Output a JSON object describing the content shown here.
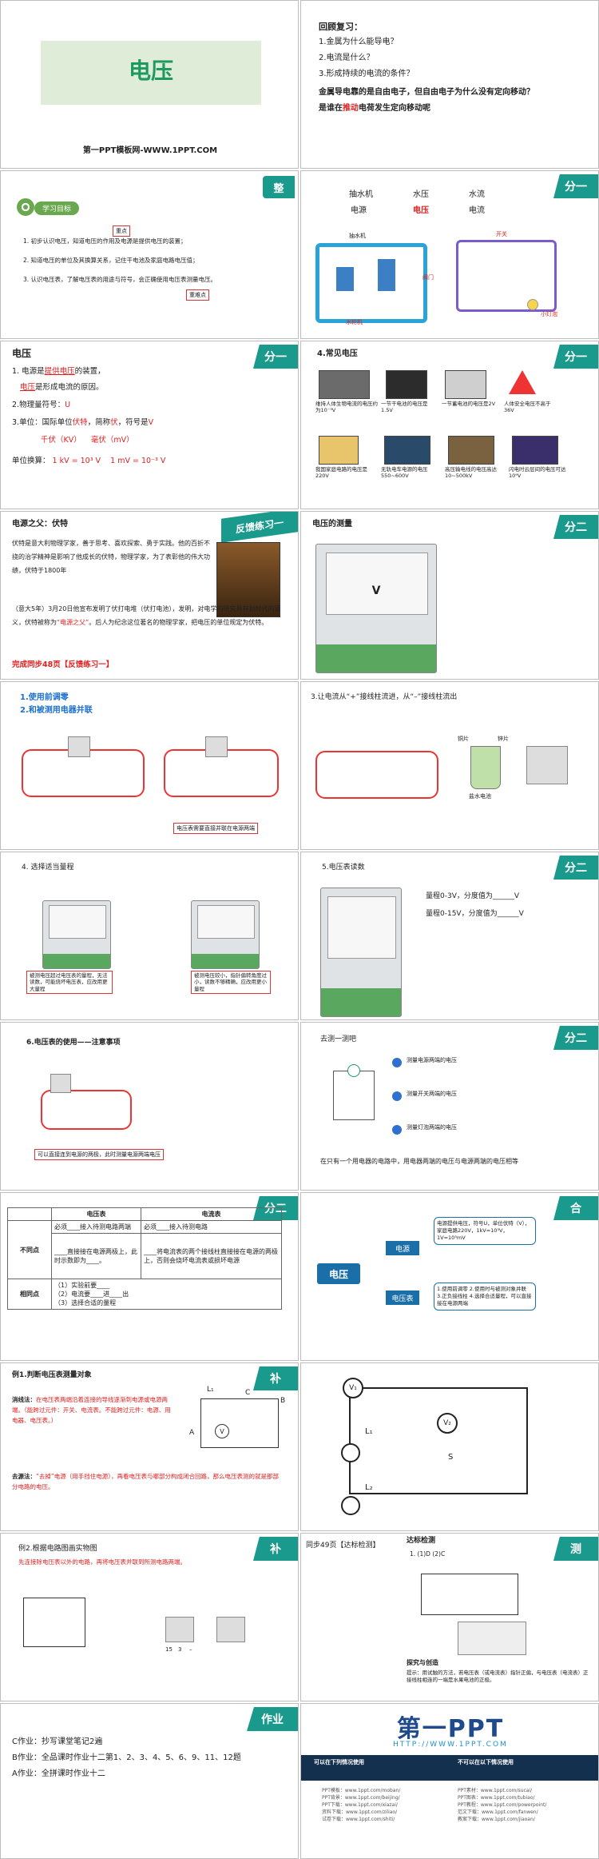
{
  "s1": {
    "title": "电压",
    "site": "第一PPT模板网-WWW.1PPT.COM"
  },
  "s2": {
    "heading": "回顾复习：",
    "q1": "1.金属为什么能导电？",
    "q2": "2.电流是什么？",
    "q3": "3.形成持续的电流的条件？",
    "q4": "金属导电靠的是自由电子，但自由电子为什么没有定向移动？",
    "q5_a": "是谁在",
    "q5_b": "推动",
    "q5_c": "电荷发生定向移动呢"
  },
  "s3": {
    "tag": "整",
    "badge": "学习目标",
    "g1": "1. 初步认识电压，知道电压的作用及电源是提供电压的装置；",
    "g2": "2. 知道电压的单位及其换算关系，记住干电池及家庭电路电压值；",
    "g3": "3. 认识电压表，了解电压表的用途与符号，会正确使用电压表测量电压。",
    "note1": "重点",
    "note2": "重难点"
  },
  "s4": {
    "tag": "分一",
    "w1": "抽水机",
    "w2": "水压",
    "w3": "水流",
    "e1": "电源",
    "e2": "电压",
    "e3": "电流",
    "pump": "抽水机",
    "turbine": "水轮机",
    "valve": "阀门",
    "bulb": "小灯泡",
    "switch": "开关"
  },
  "s5": {
    "title": "电压",
    "tag": "分一",
    "l1_a": "1. 电源是",
    "l1_b": "提供电压",
    "l1_c": "的装置，",
    "l2_a": "电压",
    "l2_b": "是形成电流的原因。",
    "l3_a": "2.物理量符号：",
    "l3_b": "U",
    "l4_a": "3.单位：国际单位",
    "l4_b": "伏特",
    "l4_c": "，简称",
    "l4_d": "伏",
    "l4_e": "，符号是",
    "l4_f": "V",
    "l5_a": "千伏（KV）",
    "l5_b": "毫伏（mV）",
    "l6_a": "单位换算：",
    "l6_b": "1 kV = 10³ V",
    "l6_c": "1 mV = 10⁻³ V"
  },
  "s6": {
    "title": "4.常见电压",
    "tag": "分一",
    "c1": "维持人体生物电流的电压约为10⁻³V",
    "c2": "一节干电池的电压是1.5V",
    "c3": "一节蓄电池的电压是2V",
    "c4": "人体安全电压不高于36V",
    "c5": "我国家庭电路的电压是220V",
    "c6": "无轨电车电源的电压550~600V",
    "c7": "高压输电线的电压高达10~500kV",
    "c8": "闪电时云层间的电压可达10⁹V"
  },
  "s7": {
    "title": "电源之父：伏特",
    "tag": "反馈练习一",
    "p1": "伏特是意大利物理学家，善于思考、喜欢探索、勇于实践。他的百折不挠的治学精神是影响了他成长的伏特，物理学家，为了表彰他的伟大功绩，伏特于1800年",
    "p2": "（意大5年）3月20日他宣布发明了伏打电堆（伏打电池），发明，对电学的研究具有划时代的意义，伏特被称为",
    "quote": "“电源之父”",
    "p3": "。后人为纪念这位著名的物理学家，把电压的单位规定为伏特。",
    "task": "完成同步48页【反馈练习一】"
  },
  "s8": {
    "title": "电压的测量",
    "tag": "分二",
    "sym": "V"
  },
  "s9": {
    "l1": "1.使用前调零",
    "l2": "2.和被测用电器并联",
    "box": "电压表需要直接并联在电源两端"
  },
  "s10": {
    "title": "3.让电流从“+”接线柱流进，从“–”接线柱流出",
    "label1": "铜片",
    "label2": "锌片",
    "label3": "盐水电池"
  },
  "s11": {
    "title": "4. 选择适当量程",
    "b1": "被测电压超过电压表的量程，无法读数，可能烧坏电压表，应改用更大量程",
    "b2": "被测电压较小，指针偏转角度过小，读数不够精确，应改用更小量程"
  },
  "s12": {
    "title": "5.电压表读数",
    "tag": "分二",
    "r1_a": "量程0-3V，分度值为",
    "r1_b": "V",
    "r2_a": "量程0-15V，分度值为",
    "r2_b": "V"
  },
  "s13": {
    "title": "6.电压表的使用——注意事项",
    "box": "可以直接连到电源的两极，此时测量电源两端电压"
  },
  "s14": {
    "title": "去测一测吧",
    "tag": "分二",
    "i1": "测量电源两端的电压",
    "i2": "测量开关两端的电压",
    "i3": "测量灯泡两端的电压",
    "conclusion": "在只有一个用电器的电路中，用电器两端的电压与电源两端的电压相等"
  },
  "s15": {
    "tag": "分二",
    "h1": "电压表",
    "h2": "电流表",
    "row1": "不同点",
    "row2": "相同点",
    "c11": "必须____接入待测电路两端",
    "c12": "必须____接入待测电路",
    "c21": "____直接接在电源两极上，此时示数即为____。",
    "c22": "____将电流表的两个接线柱直接接在电源的两极上，否则会烧坏电流表或损坏电源",
    "s1": "（1）实验前要____",
    "s2": "（2）电流要____进____出",
    "s3": "（3）选择合适的量程"
  },
  "s16": {
    "tag": "合",
    "root": "电压",
    "n1": "电源",
    "n2": "电压表",
    "d1": "电源提供电压，符号U，单位伏特（V），家庭电路220V，1kV=10³V，1V=10³mV",
    "d2": "1.使用前调零 2.使用时与被测对象并联 3.正负接线柱 4.选择合适量程，可以直接接在电源两端"
  },
  "s17": {
    "tag": "补",
    "title": "例1.判断电压表测量对象",
    "m1_a": "消线法：",
    "m1_b": "在电压表两端沿着连接的导线逐渐到电源或电源两端。（能跨过元件：开关、电流表。不能跨过元件：电源、用电器、电压表。）",
    "m2_a": "去源法：",
    "m2_b": "“去掉”电源（用手挡住电源），再看电压表与哪部分构成闭合回路，那么电压表测的就是那部分电路的电压。",
    "L1": "L₁",
    "C": "C",
    "A": "A",
    "B": "B",
    "V": "V"
  },
  "s18": {
    "V1": "V₁",
    "V2": "V₂",
    "L1": "L₁",
    "L2": "L₂",
    "S": "S"
  },
  "s19": {
    "tag": "补",
    "title": "例2.根据电路图画实物图",
    "sub": "先连接除电压表以外的电路，再将电压表并联到所测电路两端。",
    "n1": "15",
    "n2": "3",
    "n3": "–"
  },
  "s20": {
    "tag": "测",
    "head": "同步49页【达标检测】",
    "sub": "达标检测",
    "ans": "1. (1)D  (2)C",
    "sec": "探究与创造",
    "p": "提示：用试触的方法，若电压表（或电流表）指针正偏，与电压表（电流表）正接线柱相连的一端是水果电池的正极。"
  },
  "s21": {
    "tag": "作业",
    "c": "C作业：抄写课堂笔记2遍",
    "b": "B作业：全品课时作业十二第1、2、3、4、5、6、9、11、12题",
    "a": "A作业：全拼课时作业十二"
  },
  "s22": {
    "logo": "第一PPT",
    "url": "HTTP://WWW.1PPT.COM",
    "h1": "可以在下列情况使用",
    "h2": "不可以在以下情况使用",
    "r1": "PPT模板：www.1ppt.com/moban/",
    "r2": "PPT素材：www.1ppt.com/sucai/",
    "r3": "PPT背景：www.1ppt.com/beijing/",
    "r4": "PPT图表：www.1ppt.com/tubiao/",
    "r5": "PPT下载：www.1ppt.com/xiazai/",
    "r6": "PPT教程：www.1ppt.com/powerpoint/",
    "r7": "资料下载：www.1ppt.com/ziliao/",
    "r8": "范文下载：www.1ppt.com/fanwen/",
    "r9": "试卷下载：www.1ppt.com/shiti/",
    "r10": "教案下载：www.1ppt.com/jiaoan/"
  }
}
